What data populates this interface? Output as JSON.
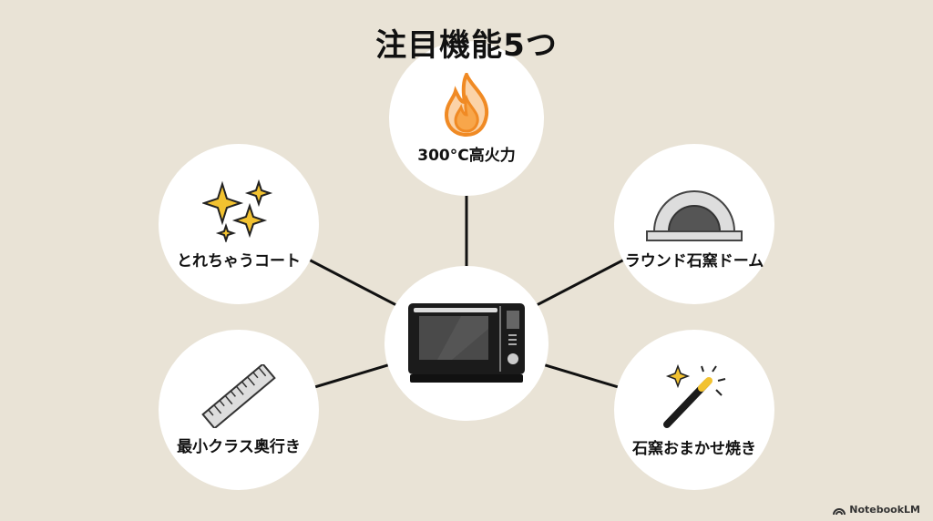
{
  "title": "注目機能5つ",
  "center": {
    "icon": "microwave-oven-icon"
  },
  "features": [
    {
      "label": "300°C高火力",
      "icon": "flame-icon"
    },
    {
      "label": "とれちゃうコート",
      "icon": "sparkles-icon"
    },
    {
      "label": "ラウンド石窯ドーム",
      "icon": "stone-oven-dome-icon"
    },
    {
      "label": "最小クラス奥行き",
      "icon": "ruler-icon"
    },
    {
      "label": "石窯おまかせ焼き",
      "icon": "magic-wand-icon"
    }
  ],
  "branding": "NotebookLM",
  "colors": {
    "background": "#e9e3d6",
    "flame": "#f08a24",
    "sparkle": "#f2c230"
  }
}
